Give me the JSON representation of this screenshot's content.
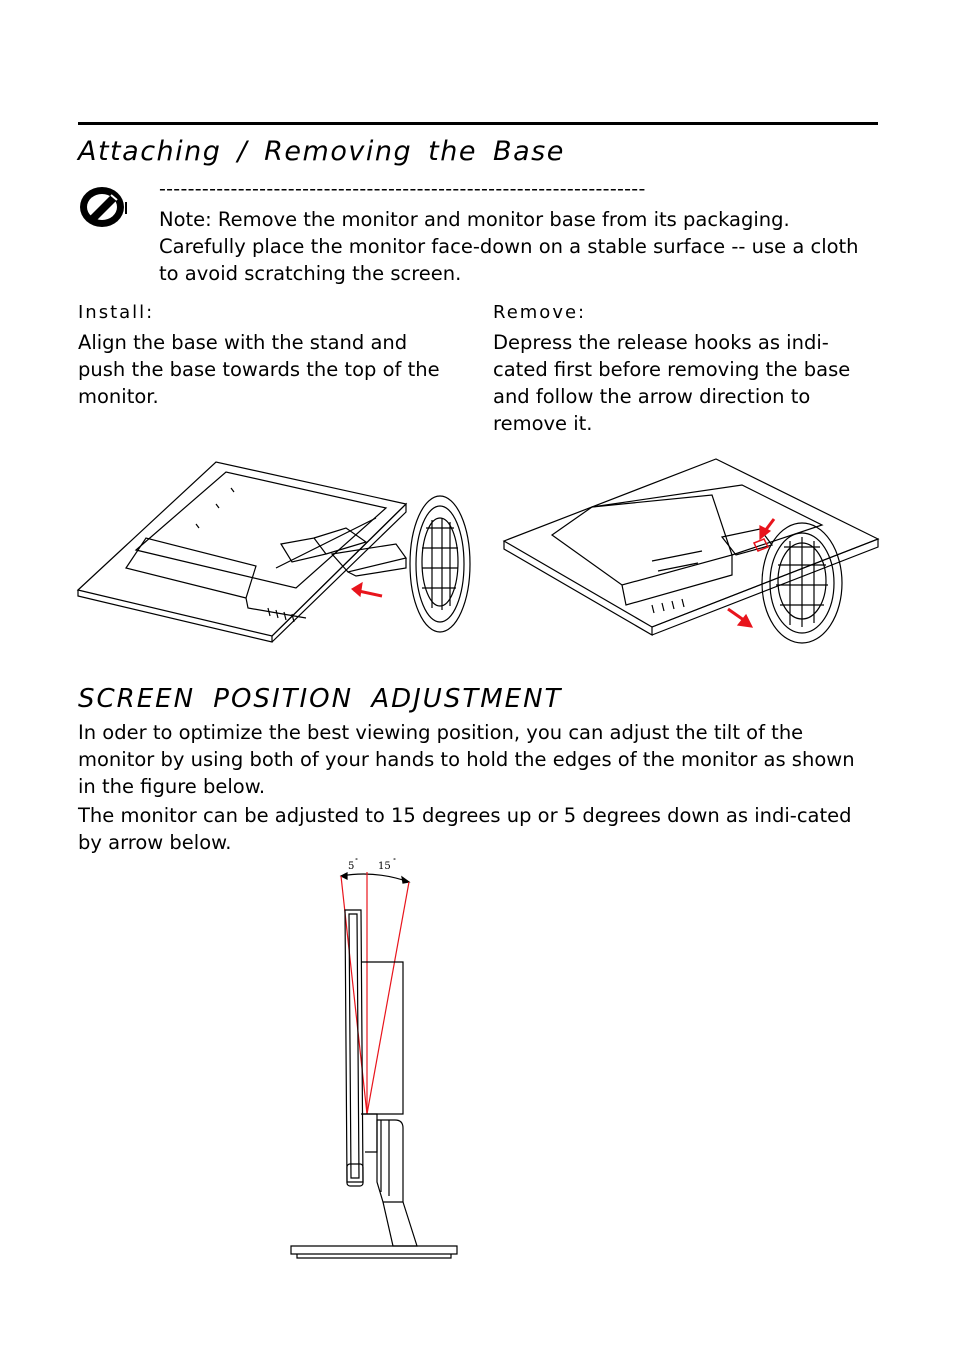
{
  "section1": {
    "title": "Attaching / Removing the Base",
    "note_rule": "--------------------------------------------------------------------",
    "note_text": "Note: Remove the monitor and monitor base from its packaging. Carefully place the monitor face-down on a stable surface -- use a cloth to avoid scratching the screen.",
    "install": {
      "heading": "Install:",
      "text": "Align the base with the stand and push the base towards the top of the monitor."
    },
    "remove": {
      "heading": "Remove:",
      "text": "Depress the release hooks as indi-cated first before removing the base and follow the arrow direction to remove it."
    }
  },
  "section2": {
    "title": "SCREEN POSITION ADJUSTMENT",
    "para1": "In oder to optimize the best viewing position, you can adjust the tilt of the monitor by using both of your hands to hold the edges of the monitor as shown in the figure below.",
    "para2": "The monitor can be adjusted to 15 degrees up or 5 degrees down as indi-cated by arrow below.",
    "tilt_down_label": "5",
    "tilt_up_label": "15",
    "degree_symbol": "°"
  },
  "colors": {
    "accent": "#e8141c",
    "ink": "#000000"
  },
  "icons": {
    "note": "note-pen-icon"
  }
}
